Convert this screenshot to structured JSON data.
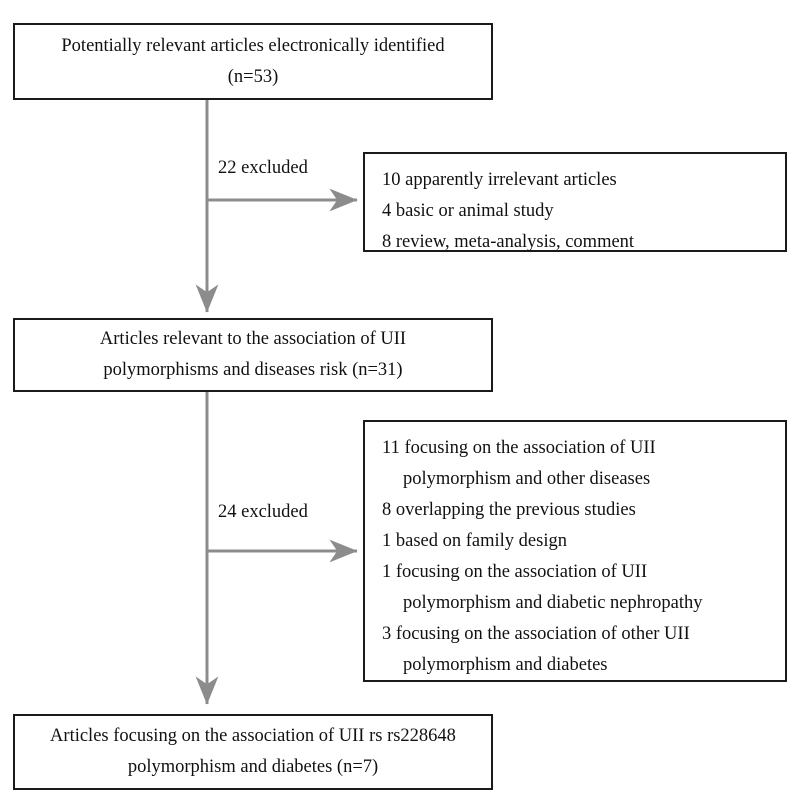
{
  "diagram": {
    "type": "prisma-study-selection-flowchart",
    "line_color": "#8c8c8c",
    "box_border_color": "#1a1a1a",
    "text_color": "#111111",
    "nodes": {
      "identified": {
        "lines": [
          "Potentially relevant articles electronically identified",
          "(n=53)"
        ]
      },
      "excluded_first": {
        "lines": [
          "10 apparently irrelevant articles",
          "4 basic or animal study",
          "8 review, meta-analysis, comment"
        ]
      },
      "relevant": {
        "lines": [
          "Articles relevant to the association of UII",
          "polymorphisms and diseases risk (n=31)"
        ]
      },
      "excluded_second": {
        "lines": [
          "11 focusing on the association of UII",
          "polymorphism and other diseases",
          "8 overlapping the previous studies",
          "1 based on family design",
          "1 focusing on the association of UII",
          "polymorphism and diabetic nephropathy",
          "3 focusing on the association of other UII",
          "polymorphism and diabetes"
        ],
        "hanging_indent_lines": [
          1,
          5,
          7
        ]
      },
      "included": {
        "lines": [
          "Articles focusing on the association of UII rs rs228648",
          "polymorphism and diabetes (n=7)"
        ]
      }
    },
    "edge_labels": {
      "first_exclusion": "22 excluded",
      "second_exclusion": "24 excluded"
    }
  }
}
